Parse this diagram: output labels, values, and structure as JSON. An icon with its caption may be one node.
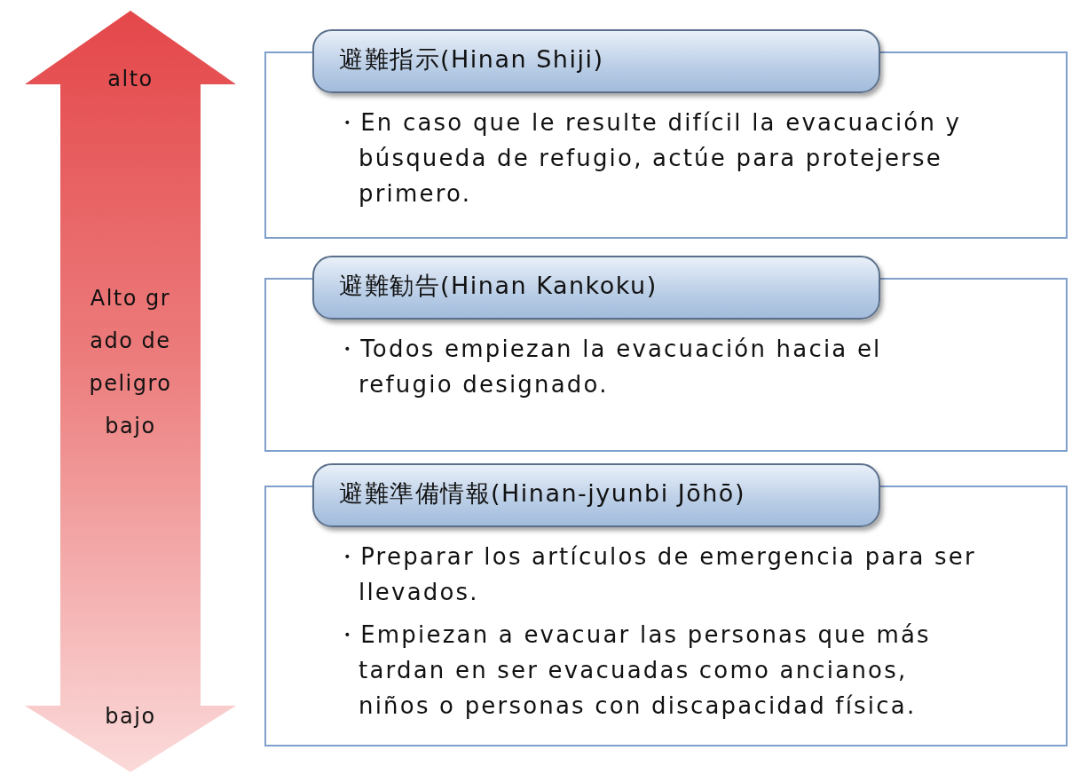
{
  "diagram": {
    "nodes": [
      {
        "text": [
          "避難指示(Hinan Shiji)",
          "・En caso que le resulte difícil la evacuación y búsqueda de refugio,  actúe para protejerse primero."
        ]
      },
      {
        "text": [
          "避難勧告(Hinan Kankoku)",
          "・Todos empiezan la evacuación hacia el refugio designado."
        ]
      },
      {
        "text": [
          "避難準備情報(Hinan-jyunbi Jōhō)",
          "・Preparar los artículos de emergencia para ser llevados.",
          "・Empiezan a evacuar las personas  que más tardan en ser evacuadas como ancianos, niños o personas con discapacidad física."
        ]
      }
    ],
    "labels": [
      "alto",
      "Alto grado de peligro bajo",
      "bajo"
    ]
  }
}
